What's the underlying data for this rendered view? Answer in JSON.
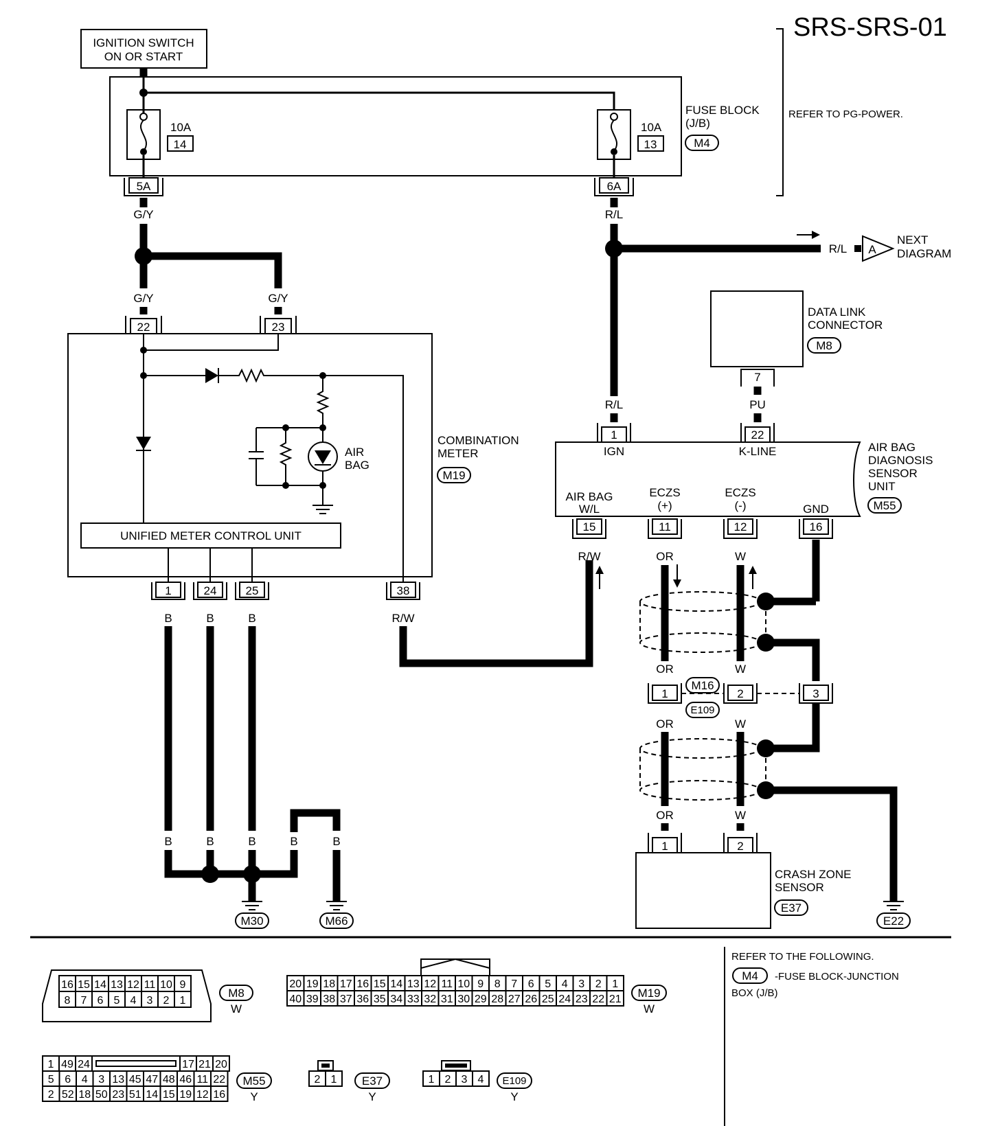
{
  "title": "SRS-SRS-01",
  "ignition": {
    "line1": "IGNITION SWITCH",
    "line2": "ON OR START"
  },
  "fuse_block": {
    "label1": "FUSE BLOCK",
    "label2": "(J/B)",
    "connector": "M4",
    "refer": "REFER TO PG-POWER.",
    "fuses": [
      {
        "amp": "10A",
        "num": "14",
        "terminal": "5A"
      },
      {
        "amp": "10A",
        "num": "13",
        "terminal": "6A"
      }
    ]
  },
  "next_diagram": {
    "wire": "R/L",
    "tag": "A",
    "line1": "NEXT",
    "line2": "DIAGRAM"
  },
  "wires": {
    "gy_top": "G/Y",
    "gy_left": "G/Y",
    "gy_right": "G/Y",
    "rl_top": "R/L",
    "rl_low": "R/L",
    "pu": "PU",
    "rw_meter": "R/W",
    "rw_unit": "R/W",
    "or_1": "OR",
    "or_2": "OR",
    "or_3": "OR",
    "or_4": "OR",
    "w_1": "W",
    "w_2": "W",
    "w_3": "W",
    "w_4": "W",
    "b_top_1": "B",
    "b_top_2": "B",
    "b_top_3": "B",
    "b_bot_1": "B",
    "b_bot_2": "B",
    "b_bot_3": "B",
    "b_bot_4": "B",
    "b_bot_5": "B"
  },
  "combination_meter": {
    "label1": "COMBINATION",
    "label2": "METER",
    "connector": "M19",
    "unit_label": "UNIFIED METER CONTROL UNIT",
    "lamp1": "AIR",
    "lamp2": "BAG",
    "pins_top": [
      "22",
      "23"
    ],
    "pins_bottom": [
      "1",
      "24",
      "25",
      "38"
    ]
  },
  "data_link": {
    "label1": "DATA LINK",
    "label2": "CONNECTOR",
    "connector": "M8",
    "pin": "7"
  },
  "sensor_unit": {
    "label1": "AIR BAG",
    "label2": "DIAGNOSIS",
    "label3": "SENSOR",
    "label4": "UNIT",
    "connector": "M55",
    "pin_ign": "1",
    "ign": "IGN",
    "pin_kline": "22",
    "kline": "K-LINE",
    "wl1": "AIR BAG",
    "wl2": "W/L",
    "eczs_p1": "ECZS",
    "eczs_p2": "(+)",
    "eczs_m1": "ECZS",
    "eczs_m2": "(-)",
    "gnd": "GND",
    "pins_bottom": [
      "15",
      "11",
      "12",
      "16"
    ]
  },
  "joint": {
    "pins": [
      "1",
      "2",
      "3"
    ],
    "conn_a": "M16",
    "conn_b": "E109"
  },
  "crash_sensor": {
    "label1": "CRASH ZONE",
    "label2": "SENSOR",
    "connector": "E37",
    "pins": [
      "1",
      "2"
    ]
  },
  "grounds": [
    "M30",
    "M66",
    "E22"
  ],
  "refer_note": {
    "line1": "REFER TO THE FOLLOWING.",
    "conn": "M4",
    "line2": "-FUSE BLOCK-JUNCTION",
    "line3": "BOX (J/B)"
  },
  "connector_views": {
    "m8": {
      "id": "M8",
      "color": "W",
      "row1": [
        "16",
        "15",
        "14",
        "13",
        "12",
        "11",
        "10",
        "9"
      ],
      "row2": [
        "8",
        "7",
        "6",
        "5",
        "4",
        "3",
        "2",
        "1"
      ]
    },
    "m19": {
      "id": "M19",
      "color": "W",
      "row1": [
        "20",
        "19",
        "18",
        "17",
        "16",
        "15",
        "14",
        "13",
        "12",
        "11",
        "10",
        "9",
        "8",
        "7",
        "6",
        "5",
        "4",
        "3",
        "2",
        "1"
      ],
      "row2": [
        "40",
        "39",
        "38",
        "37",
        "36",
        "35",
        "34",
        "33",
        "32",
        "31",
        "30",
        "29",
        "28",
        "27",
        "26",
        "25",
        "24",
        "23",
        "22",
        "21"
      ]
    },
    "m55": {
      "id": "M55",
      "color": "Y",
      "row1a": [
        "1",
        "49",
        "24"
      ],
      "row1b": [
        "17",
        "21",
        "20"
      ],
      "row2": [
        "5",
        "6",
        "4",
        "3",
        "13",
        "45",
        "47",
        "48",
        "46",
        "11",
        "22"
      ],
      "row3": [
        "2",
        "52",
        "18",
        "50",
        "23",
        "51",
        "14",
        "15",
        "19",
        "12",
        "16"
      ]
    },
    "e37": {
      "id": "E37",
      "color": "Y",
      "pins": [
        "2",
        "1"
      ]
    },
    "e109": {
      "id": "E109",
      "color": "Y",
      "pins": [
        "1",
        "2",
        "3",
        "4"
      ]
    }
  }
}
